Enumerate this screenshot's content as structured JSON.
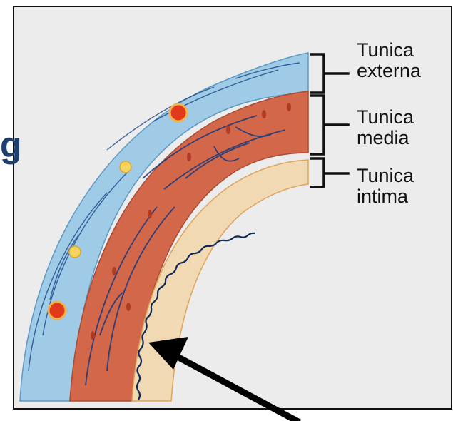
{
  "background_fragment": "g",
  "labels": {
    "externa": {
      "line1": "Tunica",
      "line2": "externa"
    },
    "media": {
      "line1": "Tunica",
      "line2": "media"
    },
    "intima": {
      "line1": "Tunica",
      "line2": "intima"
    }
  },
  "colors": {
    "externa": "#9fcbe6",
    "media": "#d2674a",
    "intima": "#f1d9b4",
    "fibers": "#1f4a8c",
    "arrow": "#000000",
    "fragment_text": "#1f3f6e"
  }
}
